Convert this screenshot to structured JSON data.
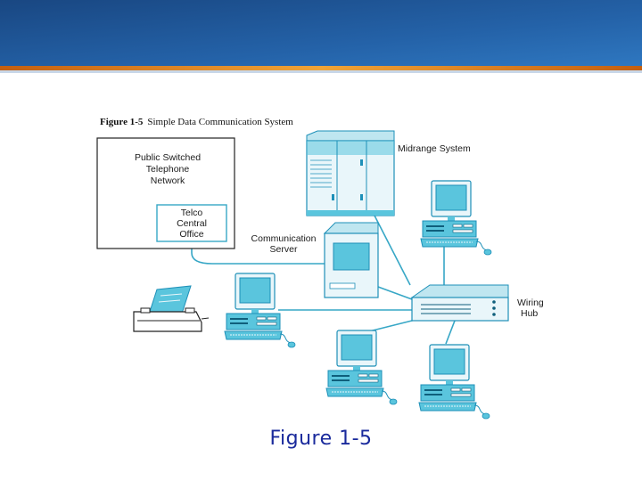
{
  "slide": {
    "caption": "Figure 1-5"
  },
  "figure": {
    "number": "Figure 1-5",
    "title": "Simple Data Communication System"
  },
  "labels": {
    "pstn": [
      "Public Switched",
      "Telephone",
      "Network"
    ],
    "telco": [
      "Telco",
      "Central",
      "Office"
    ],
    "midrange": "Midrange System",
    "comm_server": [
      "Communication",
      "Server"
    ],
    "wiring_hub": [
      "Wiring",
      "Hub"
    ]
  },
  "colors": {
    "banner_top": "#1b4f93",
    "banner_bottom": "#2f78c1",
    "accent_stripe": "#e58a1c",
    "device_cyan": "#5ac5dd",
    "device_light": "#e9f6fa",
    "device_outline": "#1e90b8",
    "cable": "#37a7c6",
    "caption": "#1a2a9c"
  }
}
